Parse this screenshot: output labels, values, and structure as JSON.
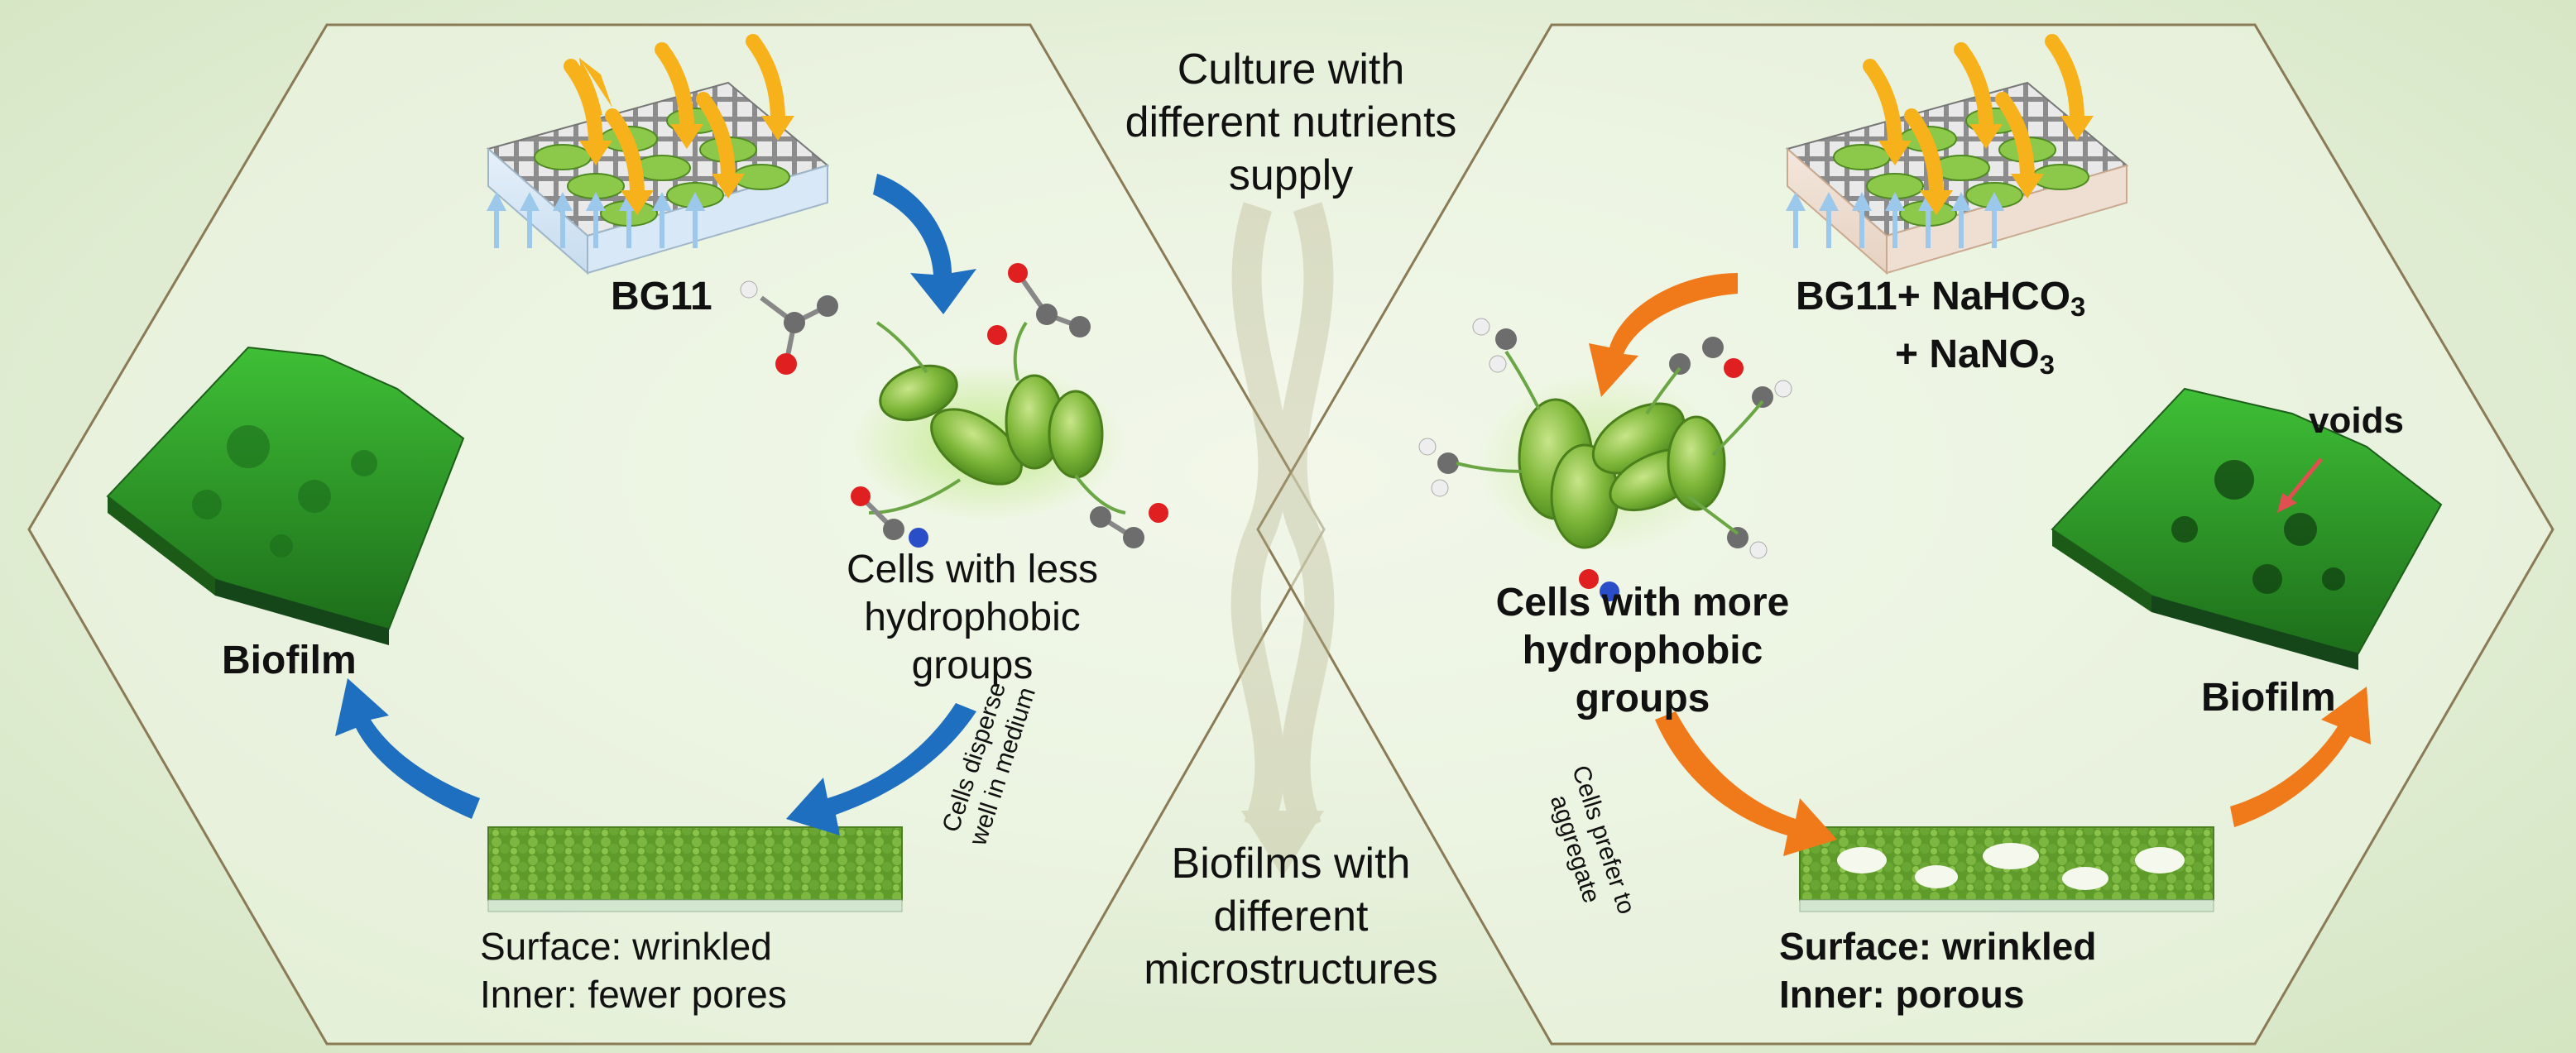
{
  "center": {
    "top_line1": "Culture with",
    "top_line2": "different nutrients",
    "top_line3": "supply",
    "bottom_line1": "Biofilms with",
    "bottom_line2": "different",
    "bottom_line3": "microstructures"
  },
  "left": {
    "medium_label": "BG11",
    "cells_line1": "Cells with less",
    "cells_line2": "hydrophobic",
    "cells_line3": "groups",
    "disperse_line1": "Cells disperse",
    "disperse_line2": "well in medium",
    "surface_line": "Surface: wrinkled",
    "inner_line": "Inner: fewer pores",
    "biofilm_label": "Biofilm"
  },
  "right": {
    "medium_line1_prefix": "BG11+ NaHCO",
    "medium_line1_sub": "3",
    "medium_line2_prefix": "+ NaNO",
    "medium_line2_sub": "3",
    "cells_line1": "Cells with more",
    "cells_line2": "hydrophobic",
    "cells_line3": "groups",
    "aggregate_line1": "Cells prefer to",
    "aggregate_line2": "aggregate",
    "surface_line": "Surface: wrinkled",
    "inner_line": "Inner: porous",
    "biofilm_label": "Biofilm",
    "voids_label": "voids"
  },
  "colors": {
    "blue_arrow": "#1f6fc0",
    "orange_arrow": "#f07a1a",
    "sun_arrow": "#f7b21b",
    "cell_green": "#7fb83a",
    "biofilm_green": "#2f9e2a",
    "hex_border": "#8a7a55"
  }
}
